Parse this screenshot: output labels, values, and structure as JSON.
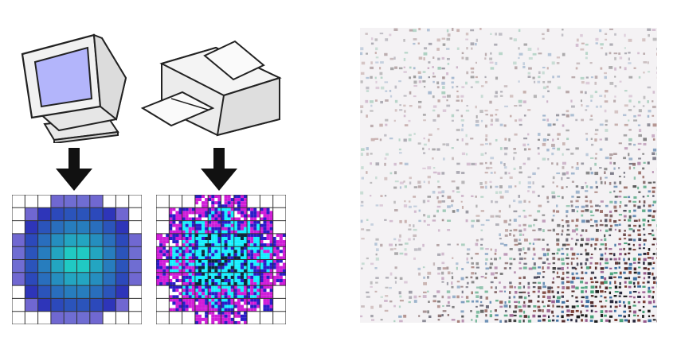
{
  "figure": {
    "panels": [
      {
        "id": "monitor",
        "icon": "monitor-icon",
        "output": "smooth-color-pixel-grid"
      },
      {
        "id": "printer",
        "icon": "printer-icon",
        "output": "halftone-dithered-pixel-grid"
      }
    ],
    "closeup": {
      "icon": "halftone-dot-texture-photo"
    },
    "grid": {
      "rows": 10,
      "cols": 10
    },
    "colors": {
      "outline": "#222222",
      "device_fill": "#ececec",
      "screen_fill": "#b3b5fb",
      "arrow": "#111111",
      "grid_line": "#333333",
      "center_color": "#1de6c5",
      "edge_color": "#3020b8",
      "halftone_cyan": "#16f0ff",
      "halftone_magenta": "#d01cd8",
      "halftone_blue": "#2a1cc8"
    }
  }
}
